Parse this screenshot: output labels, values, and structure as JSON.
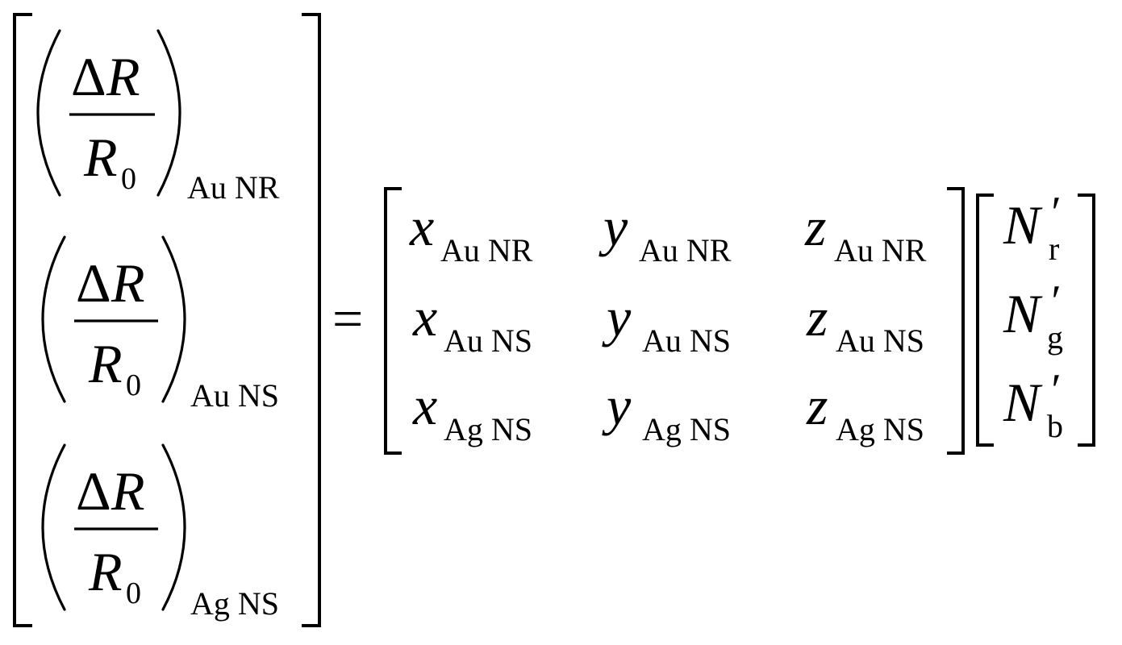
{
  "equation": {
    "left_vector": [
      {
        "delta_symbol": "Δ",
        "numerator_var": "R",
        "denominator_var": "R",
        "denominator_sub": "0",
        "subscript": "Au NR"
      },
      {
        "delta_symbol": "Δ",
        "numerator_var": "R",
        "denominator_var": "R",
        "denominator_sub": "0",
        "subscript": "Au NS"
      },
      {
        "delta_symbol": "Δ",
        "numerator_var": "R",
        "denominator_var": "R",
        "denominator_sub": "0",
        "subscript": "Ag NS"
      }
    ],
    "equals": "=",
    "matrix_rows": [
      [
        {
          "var": "x",
          "sub": "Au NR"
        },
        {
          "var": "y",
          "sub": "Au NR"
        },
        {
          "var": "z",
          "sub": "Au NR"
        }
      ],
      [
        {
          "var": "x",
          "sub": "Au NS"
        },
        {
          "var": "y",
          "sub": "Au NS"
        },
        {
          "var": "z",
          "sub": "Au NS"
        }
      ],
      [
        {
          "var": "x",
          "sub": "Ag NS"
        },
        {
          "var": "y",
          "sub": "Ag NS"
        },
        {
          "var": "z",
          "sub": "Ag NS"
        }
      ]
    ],
    "right_vector": [
      {
        "var": "N",
        "prime": "′",
        "sub": "r"
      },
      {
        "var": "N",
        "prime": "′",
        "sub": "g"
      },
      {
        "var": "N",
        "prime": "′",
        "sub": "b"
      }
    ]
  }
}
